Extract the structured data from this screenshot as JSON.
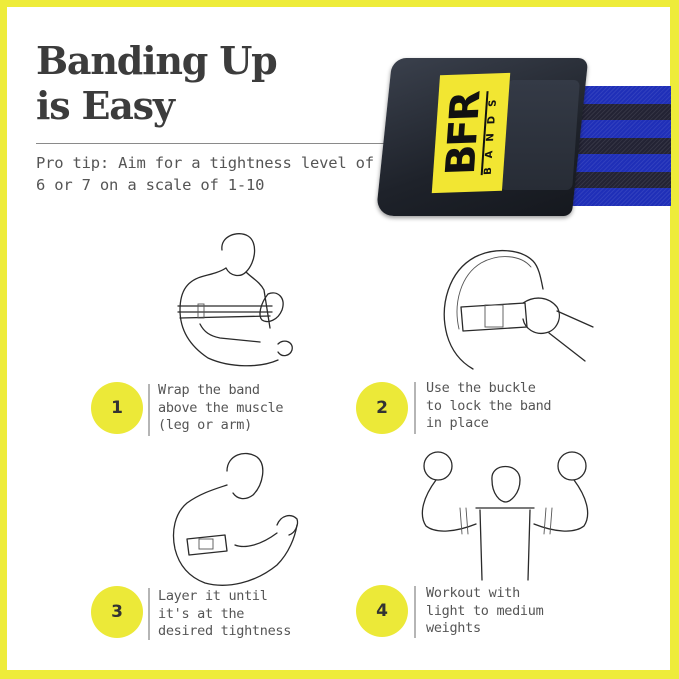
{
  "header": {
    "title_line1": "Banding Up",
    "title_line2": "is Easy",
    "pro_tip": "Pro tip: Aim for a tightness level of 6 or 7 on a scale of 1-10"
  },
  "product": {
    "logo_main": "BFR",
    "logo_sub": "BANDS",
    "logo_mark": "®"
  },
  "steps": [
    {
      "number": "1",
      "text": "Wrap the band\nabove the muscle\n(leg or arm)",
      "illustration": "man-wrapping-band-on-arm"
    },
    {
      "number": "2",
      "text": "Use the buckle\nto lock the band\nin place",
      "illustration": "hand-locking-buckle-on-arm"
    },
    {
      "number": "3",
      "text": "Layer it until\nit's at the\ndesired tightness",
      "illustration": "man-flexing-with-band"
    },
    {
      "number": "4",
      "text": "Workout with\nlight to medium\nweights",
      "illustration": "man-lifting-dumbbells"
    }
  ],
  "colors": {
    "accent_yellow": "#eeec3a",
    "badge_yellow": "#ece938",
    "title_text": "#3c3c3c",
    "body_text": "#555555",
    "strap_blue": "#1f2fb8"
  }
}
